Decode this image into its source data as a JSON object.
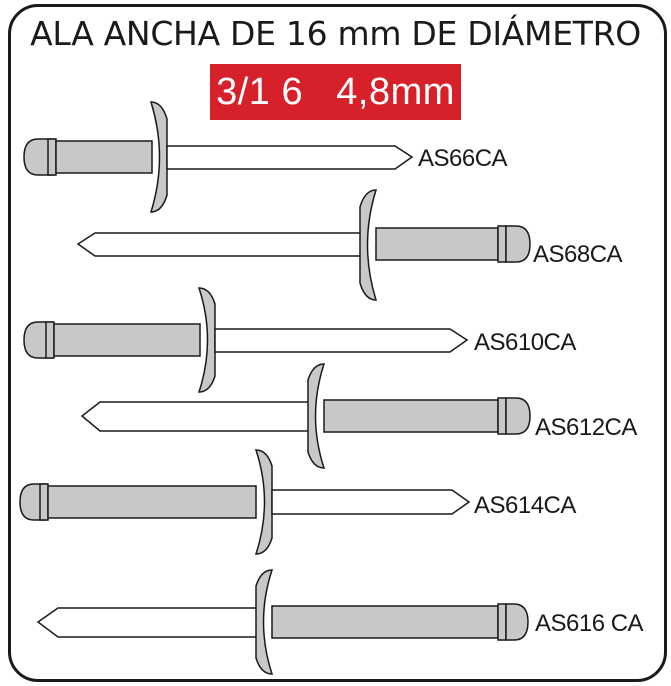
{
  "title": "ALA ANCHA DE 16 mm DE DIÁMETRO",
  "badge": {
    "fraction": "3/1 6",
    "metric": "4,8mm",
    "color": "#d6202a"
  },
  "rivets": [
    {
      "code": "AS66CA",
      "direction": "right"
    },
    {
      "code": "AS68CA",
      "direction": "left"
    },
    {
      "code": "AS610CA",
      "direction": "right"
    },
    {
      "code": "AS612CA",
      "direction": "left"
    },
    {
      "code": "AS614CA",
      "direction": "right"
    },
    {
      "code": "AS616 CA",
      "direction": "left"
    }
  ],
  "colors": {
    "body": "#c8c8c8",
    "outline": "#1a1a1a",
    "mandrel": "#ffffff"
  }
}
